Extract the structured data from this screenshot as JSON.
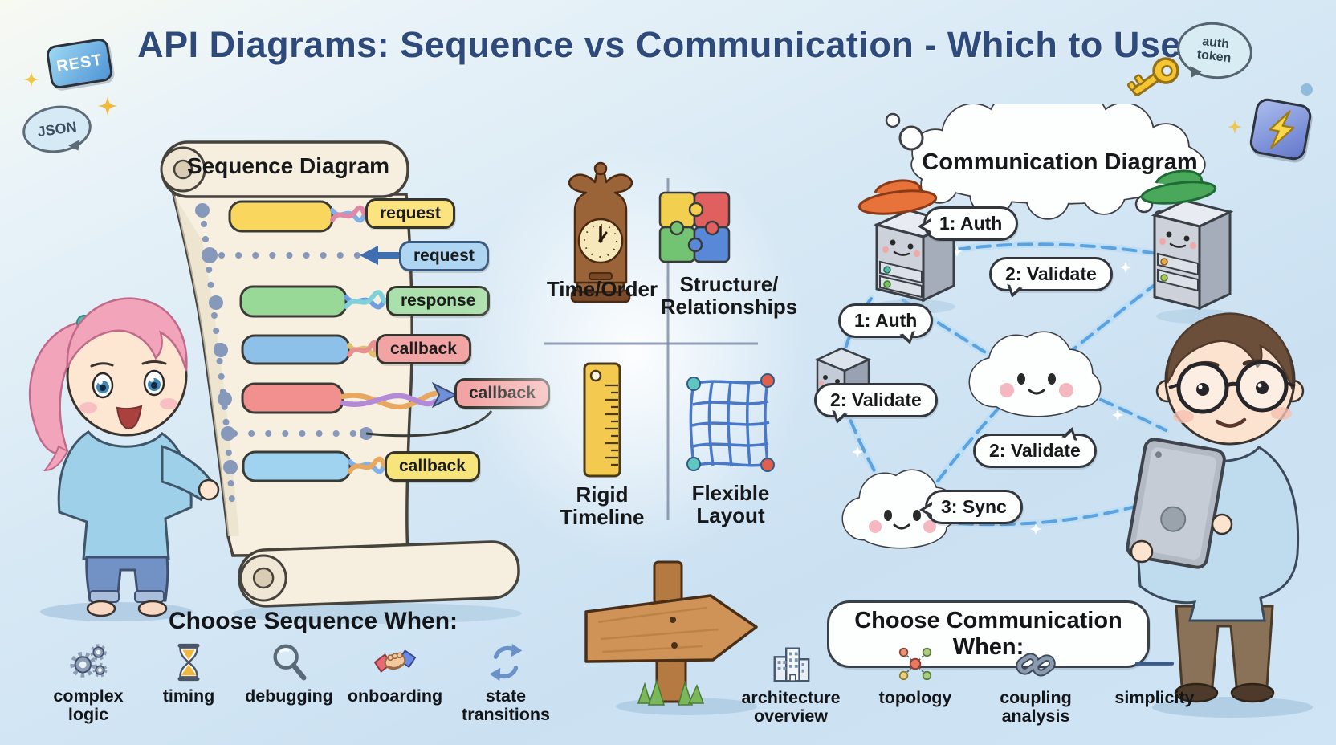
{
  "title": "API Diagrams: Sequence vs Communication - Which to Use?",
  "decorations": {
    "rest_badge": "REST",
    "json_bubble": "JSON",
    "auth_token_bubble": "auth\ntoken"
  },
  "sequence": {
    "title": "Sequence Diagram",
    "messages": [
      {
        "label": "request",
        "chip_color": "#fbe37f",
        "bar_color": "#f9d75e"
      },
      {
        "label": "request",
        "chip_color": "#aed6f2",
        "bar_color": null
      },
      {
        "label": "response",
        "chip_color": "#abdfab",
        "bar_color": "#98d998"
      },
      {
        "label": "callback",
        "chip_color": "#f2a3a3",
        "bar_color": "#8ec1ea"
      },
      {
        "label": "callback",
        "chip_color": "#f2a3a3",
        "bar_color": "#f28f8f"
      },
      {
        "label": "callback",
        "chip_color": "#f7e47b",
        "bar_color": "#9fd3f0"
      }
    ]
  },
  "quadrant": {
    "cells": [
      {
        "icon": "clock-icon",
        "label": "Time/Order"
      },
      {
        "icon": "puzzle-icon",
        "label": "Structure/\nRelationships"
      },
      {
        "icon": "ruler-icon",
        "label": "Rigid\nTimeline"
      },
      {
        "icon": "grid-icon",
        "label": "Flexible\nLayout"
      }
    ]
  },
  "communication": {
    "title": "Communication Diagram",
    "messages": [
      "1: Auth",
      "2: Validate",
      "1: Auth",
      "2: Validate",
      "2: Validate",
      "3: Sync"
    ]
  },
  "choose_sequence": {
    "heading": "Choose Sequence When:",
    "items": [
      {
        "icon": "gears-icon",
        "label": "complex\nlogic"
      },
      {
        "icon": "hourglass-icon",
        "label": "timing"
      },
      {
        "icon": "magnifier-icon",
        "label": "debugging"
      },
      {
        "icon": "handshake-icon",
        "label": "onboarding"
      },
      {
        "icon": "cycle-icon",
        "label": "state\ntransitions"
      }
    ]
  },
  "choose_communication": {
    "heading": "Choose Communication When:",
    "items": [
      {
        "icon": "buildings-icon",
        "label": "architecture\noverview"
      },
      {
        "icon": "topology-icon",
        "label": "topology"
      },
      {
        "icon": "chain-icon",
        "label": "coupling\nanalysis"
      },
      {
        "icon": "line-icon",
        "label": "simplicity"
      }
    ]
  },
  "colors": {
    "title_navy": "#2e4a7a",
    "background_blue": "#cfe4f4",
    "connection_blue": "#5aa3e0",
    "parchment": "#f7f0e0",
    "wood": "#cf9357",
    "sparkle_gold": "#f0c64a"
  }
}
